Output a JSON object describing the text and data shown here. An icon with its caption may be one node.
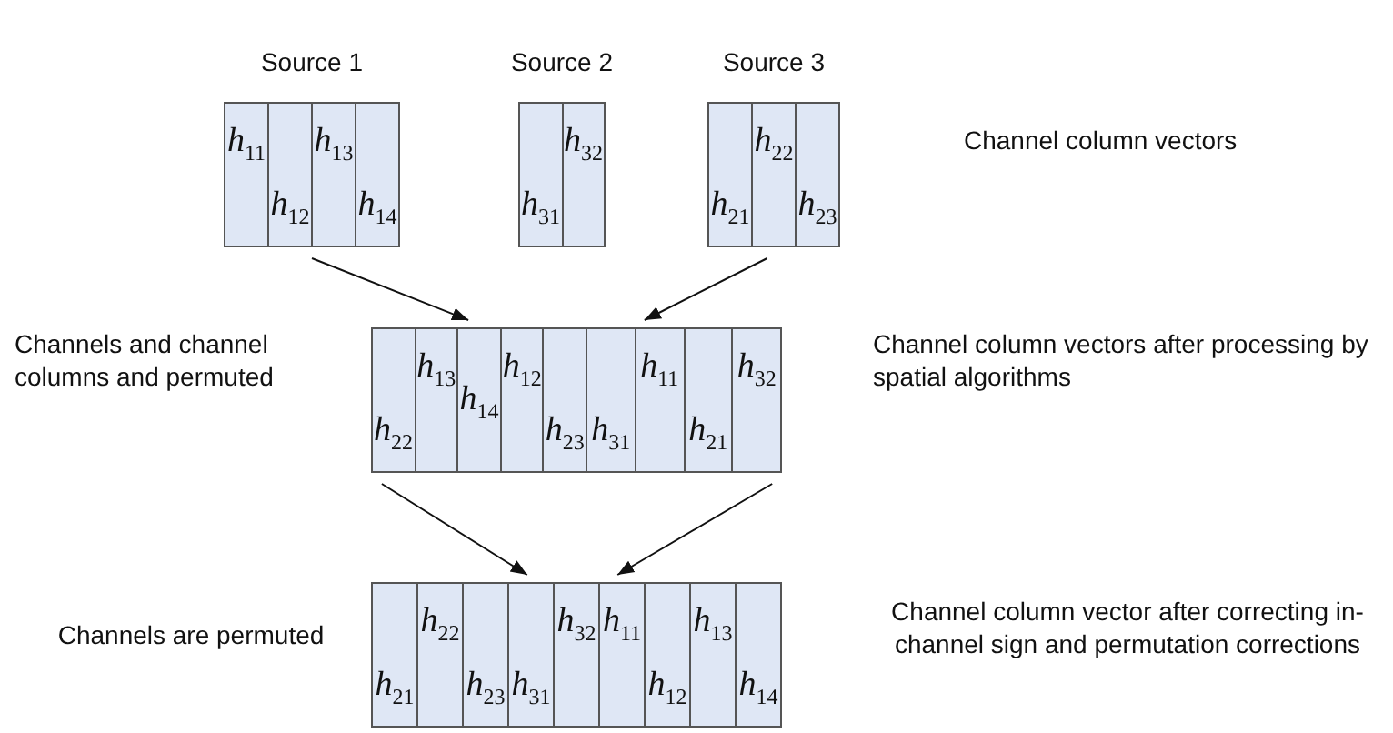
{
  "diagram": {
    "nodes": [
      {
        "text": [
          "Source 1"
        ]
      },
      {
        "text": [
          "*h*$_{11}$"
        ],
        "in": 0
      },
      {
        "text": [
          "*h*$_{12}$"
        ],
        "in": 0
      },
      {
        "text": [
          "*h*$_{13}$"
        ],
        "in": 0
      },
      {
        "text": [
          "*h*$_{14}$"
        ],
        "in": 0
      },
      {
        "text": [
          "Source 2"
        ]
      },
      {
        "text": [
          "*h*$_{31}$"
        ],
        "in": 5
      },
      {
        "text": [
          "*h*$_{32}$"
        ],
        "in": 5
      },
      {
        "text": [
          "Source 3"
        ]
      },
      {
        "text": [
          "*h*$_{21}$"
        ],
        "in": 8
      },
      {
        "text": [
          "*h*$_{22}$"
        ],
        "in": 8
      },
      {
        "text": [
          "*h*$_{23}$"
        ],
        "in": 8
      },
      {
        "text": [],
        "shape": "box"
      },
      {
        "text": [
          "*h*$_{22}$"
        ],
        "in": 12
      },
      {
        "text": [
          "*h*$_{13}$"
        ],
        "in": 12
      },
      {
        "text": [
          "*h*$_{14}$"
        ],
        "in": 12
      },
      {
        "text": [
          "*h*$_{12}$"
        ],
        "in": 12
      },
      {
        "text": [
          "*h*$_{23}$"
        ],
        "in": 12
      },
      {
        "text": [],
        "shape": "box"
      },
      {
        "text": [
          "*h*$_{31}$"
        ],
        "in": 18
      },
      {
        "text": [
          "*h*$_{11}$"
        ],
        "in": 18
      },
      {
        "text": [
          "*h*$_{21}$"
        ],
        "in": 18
      },
      {
        "text": [
          "*h*$_{32}$"
        ],
        "in": 18
      },
      {
        "text": [],
        "shape": "box"
      },
      {
        "text": [
          "*h*$_{21}$"
        ],
        "in": 23
      },
      {
        "text": [
          "*h*$_{22}$"
        ],
        "in": 23
      },
      {
        "text": [
          "*h*$_{23}$"
        ],
        "in": 23
      },
      {
        "text": [
          "*h*$_{31}$"
        ],
        "in": 23
      },
      {
        "text": [
          "*h*$_{32}$"
        ],
        "in": 23
      },
      {
        "text": [
          "*h*$_{11}$"
        ],
        "in": 23
      },
      {
        "text": [
          "*h*$_{12}$"
        ],
        "in": 23
      },
      {
        "text": [
          "*h*$_{13}$"
        ],
        "in": 23
      },
      {
        "text": [
          "*h*$_{14}$"
        ],
        "in": 23
      }
    ],
    "edges": [
      {
        "from": 0,
        "to": 12,
        "arrow": "to"
      },
      {
        "from": 8,
        "to": 18,
        "arrow": "to"
      },
      {
        "from": 12,
        "to": 23,
        "arrow": "to"
      },
      {
        "from": 18,
        "to": 23,
        "arrow": "to"
      }
    ],
    "labels": [
      "Channel column vectors",
      "Channels and channel columns and permuted",
      "Channel column vectors after processing by spatial algorithms",
      "Channels are permuted",
      "Channel column vector after correcting in-channel sign and permutation corrections"
    ]
  }
}
